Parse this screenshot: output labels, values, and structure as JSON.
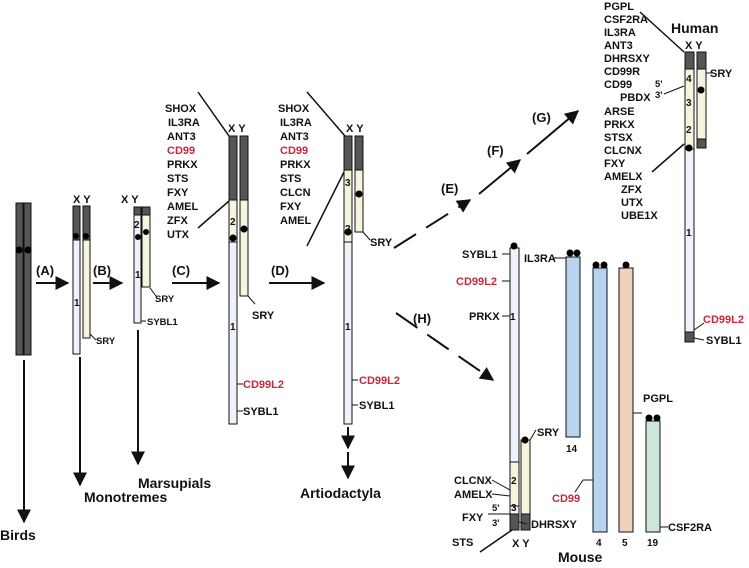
{
  "colors": {
    "dark": "#555555",
    "pale_blue": "#eef2fa",
    "pale_yellow": "#f6f4dc",
    "red_gene": "#c8283c",
    "mouse_blue": "#b7d3ee",
    "mouse_peach": "#f1d2b8",
    "mouse_green": "#cde6d8"
  },
  "steps": {
    "a": "(A)",
    "b": "(B)",
    "c": "(C)",
    "d": "(D)",
    "e": "(E)",
    "f": "(F)",
    "g": "(G)",
    "h": "(H)"
  },
  "taxa": {
    "birds": "Birds",
    "monotremes": "Monotremes",
    "marsupials": "Marsupials",
    "artiodactyla": "Artiodactyla",
    "human": "Human",
    "mouse": "Mouse"
  },
  "xy": "X Y",
  "genes": {
    "shox": "SHOX",
    "il3ra": "IL3RA",
    "ant3": "ANT3",
    "cd99": "CD99",
    "prkx": "PRKX",
    "sts": "STS",
    "fxy": "FXY",
    "amel": "AMEL",
    "zfx": "ZFX",
    "utx": "UTX",
    "clcn": "CLCN",
    "sry": "SRY",
    "sybl1": "SYBL1",
    "cd99l2": "CD99L2",
    "pgpl": "PGPL",
    "csf2ra": "CSF2RA",
    "dhrsxy": "DHRSXY",
    "cd99r": "CD99R",
    "pbdx": "PBDX",
    "arse": "ARSE",
    "stsx": "STSX",
    "clcnx": "CLCNX",
    "amelx": "AMELX",
    "ube1x": "UBE1X"
  },
  "region_nums": {
    "one": "1",
    "two": "2",
    "three": "3",
    "four": "4"
  },
  "primes": {
    "five": "5'",
    "three": "3'"
  },
  "mouse_chromosomes": {
    "c14": "14",
    "c4": "4",
    "c5": "5",
    "c19": "19"
  }
}
